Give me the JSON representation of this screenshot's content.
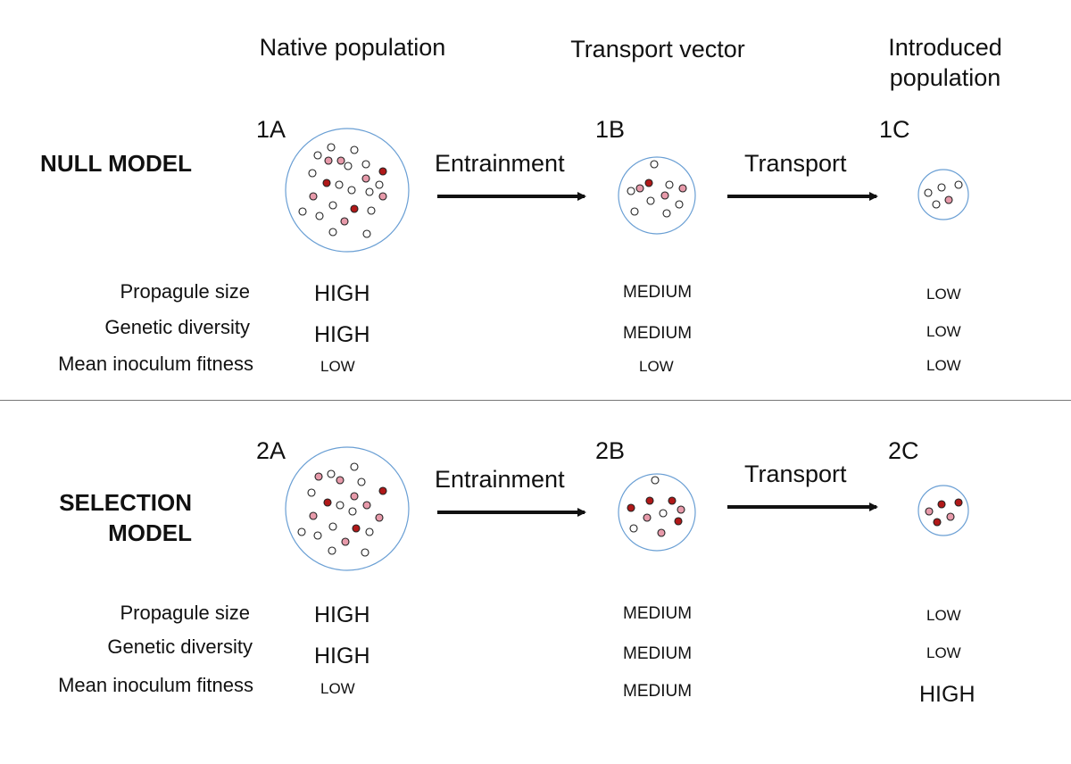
{
  "headers": {
    "native": "Native population",
    "vector": "Transport vector",
    "introduced": "Introduced population"
  },
  "models": [
    {
      "name": "NULL MODEL",
      "labels": [
        "1A",
        "1B",
        "1C"
      ],
      "arrows": [
        "Entrainment",
        "Transport"
      ],
      "rows": [
        {
          "label": "Propagule size",
          "values": [
            "HIGH",
            "MEDIUM",
            "LOW"
          ]
        },
        {
          "label": "Genetic diversity",
          "values": [
            "HIGH",
            "MEDIUM",
            "LOW"
          ]
        },
        {
          "label": "Mean inoculum fitness",
          "values": [
            "LOW",
            "LOW",
            "LOW"
          ]
        }
      ]
    },
    {
      "name": "SELECTION MODEL",
      "labels": [
        "2A",
        "2B",
        "2C"
      ],
      "arrows": [
        "Entrainment",
        "Transport"
      ],
      "rows": [
        {
          "label": "Propagule size",
          "values": [
            "HIGH",
            "MEDIUM",
            "LOW"
          ]
        },
        {
          "label": "Genetic diversity",
          "values": [
            "HIGH",
            "MEDIUM",
            "LOW"
          ]
        },
        {
          "label": "Mean inoculum fitness",
          "values": [
            "LOW",
            "MEDIUM",
            "HIGH"
          ]
        }
      ]
    }
  ],
  "colors": {
    "circle_outline": "#6a9fd4",
    "dark_red": "#b01818",
    "pink": "#e79aaa",
    "white_dot": "#ffffff",
    "arrow": "#111111"
  }
}
